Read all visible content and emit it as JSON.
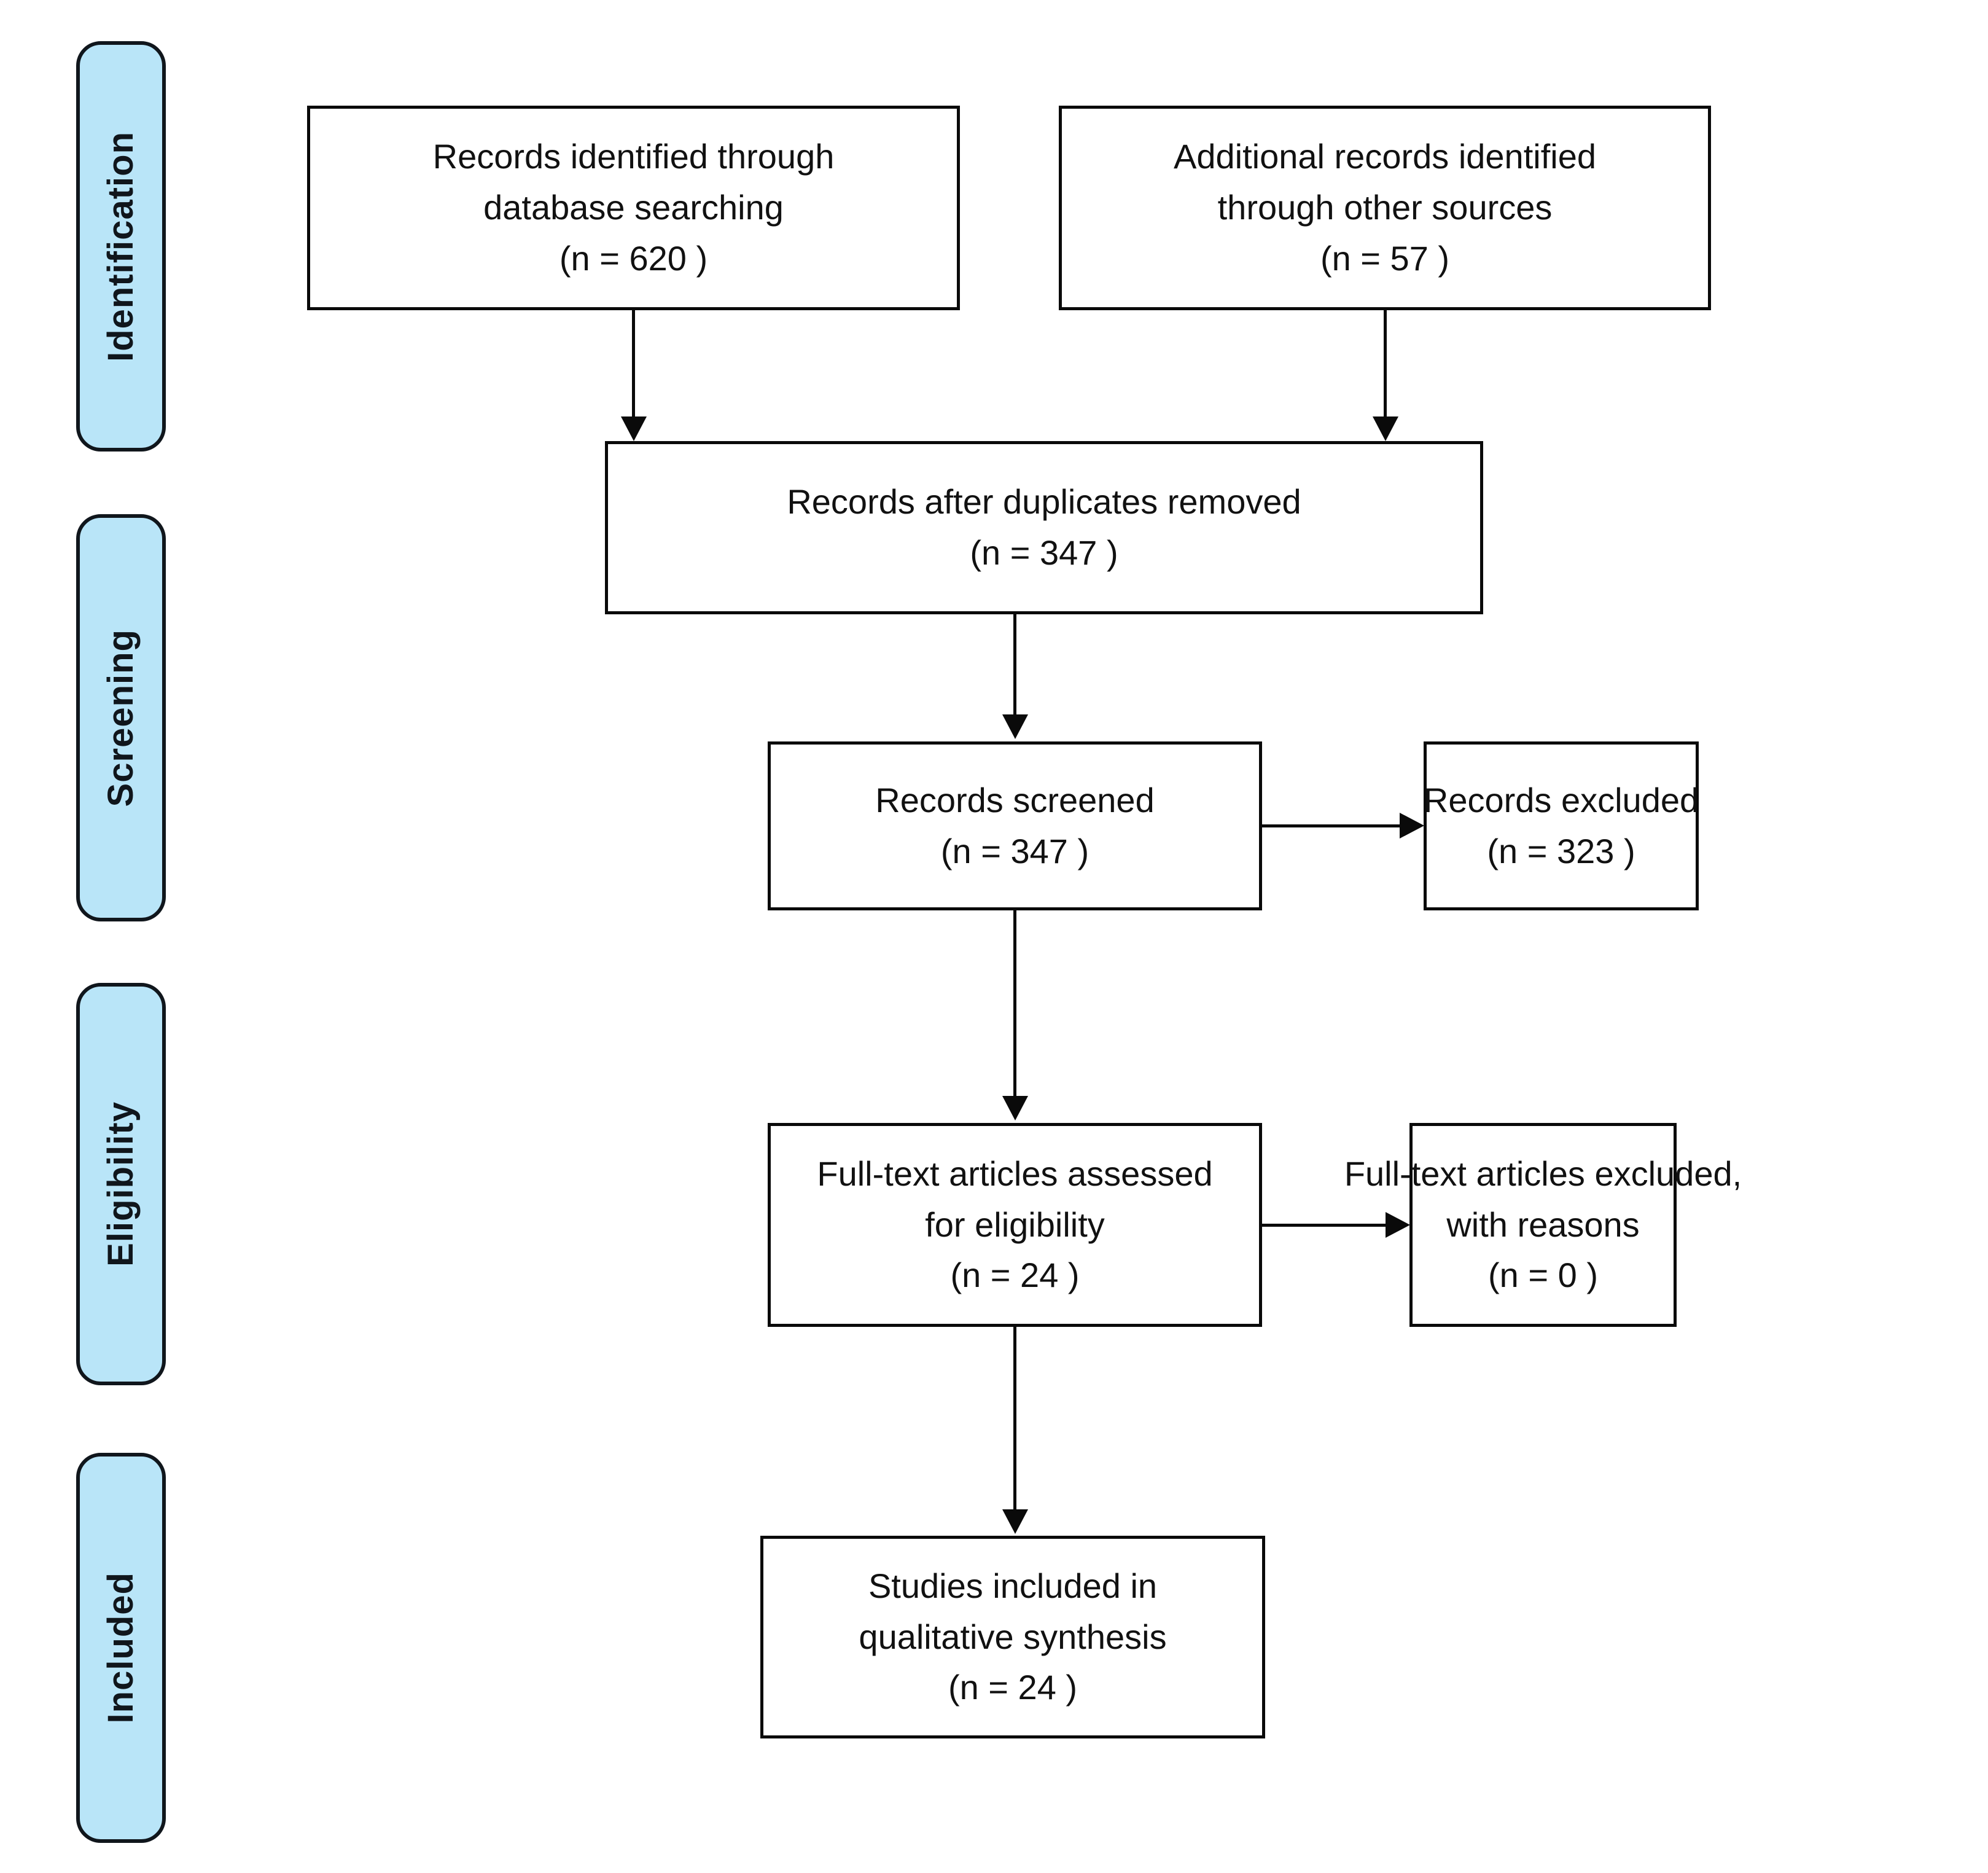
{
  "diagram": {
    "title": "PRISMA Flow Diagram",
    "type": "flowchart",
    "colors": {
      "stage_fill": "#b9e5f8",
      "stage_border": "#10161c",
      "node_fill": "#ffffff",
      "node_border": "#0a0a0a",
      "connector": "#0a0a0a",
      "text": "#111111",
      "background": "#ffffff"
    }
  },
  "stages": [
    {
      "id": "identification",
      "label": "Identification"
    },
    {
      "id": "screening",
      "label": "Screening"
    },
    {
      "id": "eligibility",
      "label": "Eligibility"
    },
    {
      "id": "included",
      "label": "Included"
    }
  ],
  "nodes": {
    "db_search": {
      "line1": "Records identified through",
      "line2": "database searching",
      "count": "(n = 620  )",
      "n": 620
    },
    "other_sources": {
      "line1": "Additional records identified",
      "line2": "through other sources",
      "count": "(n = 57  )",
      "n": 57
    },
    "duplicates_removed": {
      "line1": "Records after duplicates removed",
      "count": "(n = 347  )",
      "n": 347
    },
    "records_screened": {
      "line1": "Records screened",
      "count": "(n = 347  )",
      "n": 347
    },
    "records_excluded": {
      "line1": "Records excluded",
      "count": "(n = 323  )",
      "n": 323
    },
    "fulltext_assessed": {
      "line1": "Full-text articles assessed",
      "line2": "for eligibility",
      "count": "(n = 24  )",
      "n": 24
    },
    "fulltext_excluded": {
      "line1": "Full-text articles excluded,",
      "line2": "with reasons",
      "count": "(n = 0  )",
      "n": 0
    },
    "studies_included": {
      "line1": "Studies included in",
      "line2": "qualitative synthesis",
      "count": "(n = 24  )",
      "n": 24
    }
  }
}
